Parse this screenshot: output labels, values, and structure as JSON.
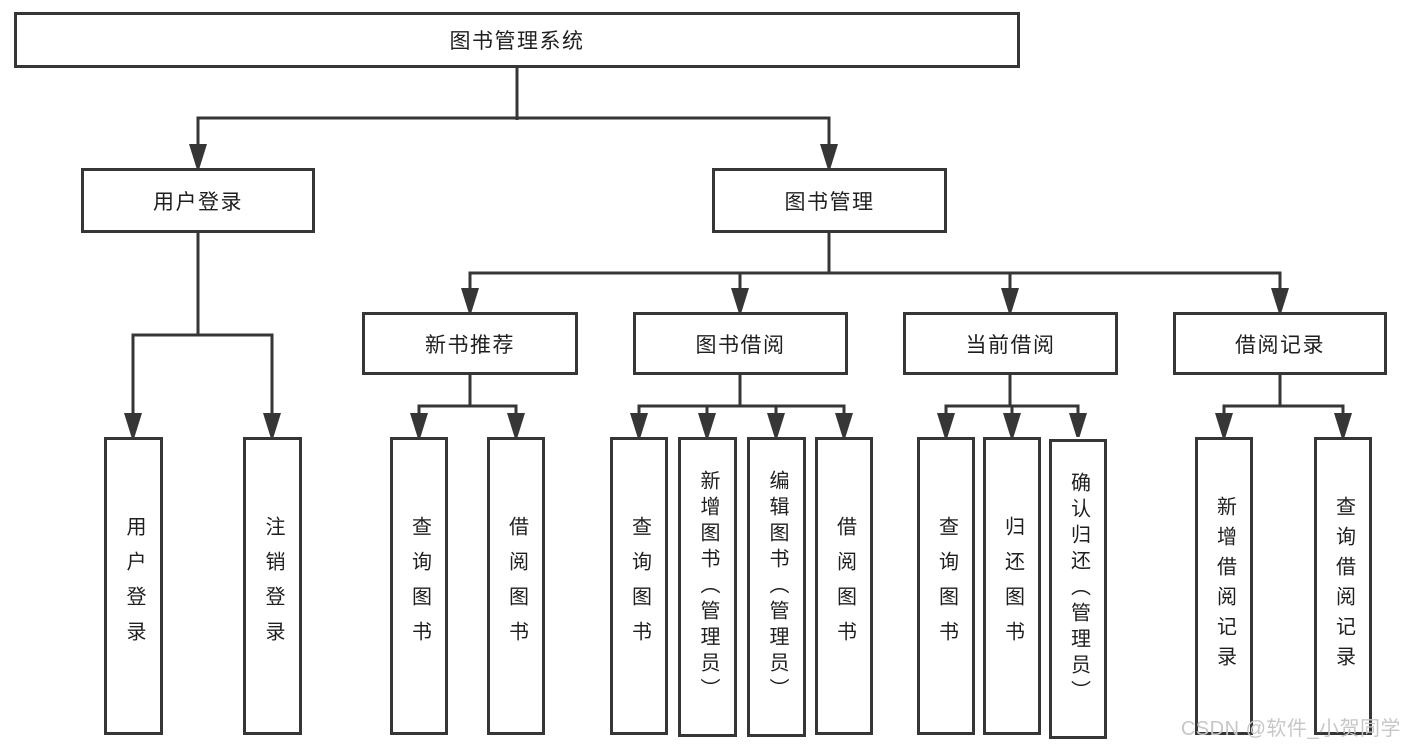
{
  "diagram": {
    "root": {
      "label": "图书管理系统"
    },
    "branches": [
      {
        "label": "用户登录",
        "leaves": [
          "用户登录",
          "注销登录"
        ]
      },
      {
        "label": "图书管理",
        "groups": [
          {
            "label": "新书推荐",
            "leaves": [
              "查询图书",
              "借阅图书"
            ]
          },
          {
            "label": "图书借阅",
            "leaves": [
              "查询图书",
              "新增图书（管理员）",
              "编辑图书（管理员）",
              "借阅图书"
            ]
          },
          {
            "label": "当前借阅",
            "leaves": [
              "查询图书",
              "归还图书",
              "确认归还（管理员）"
            ]
          },
          {
            "label": "借阅记录",
            "leaves": [
              "新增借阅记录",
              "查询借阅记录"
            ]
          }
        ]
      }
    ]
  },
  "watermark": {
    "text": "CSDN @软件_小贺同学"
  }
}
